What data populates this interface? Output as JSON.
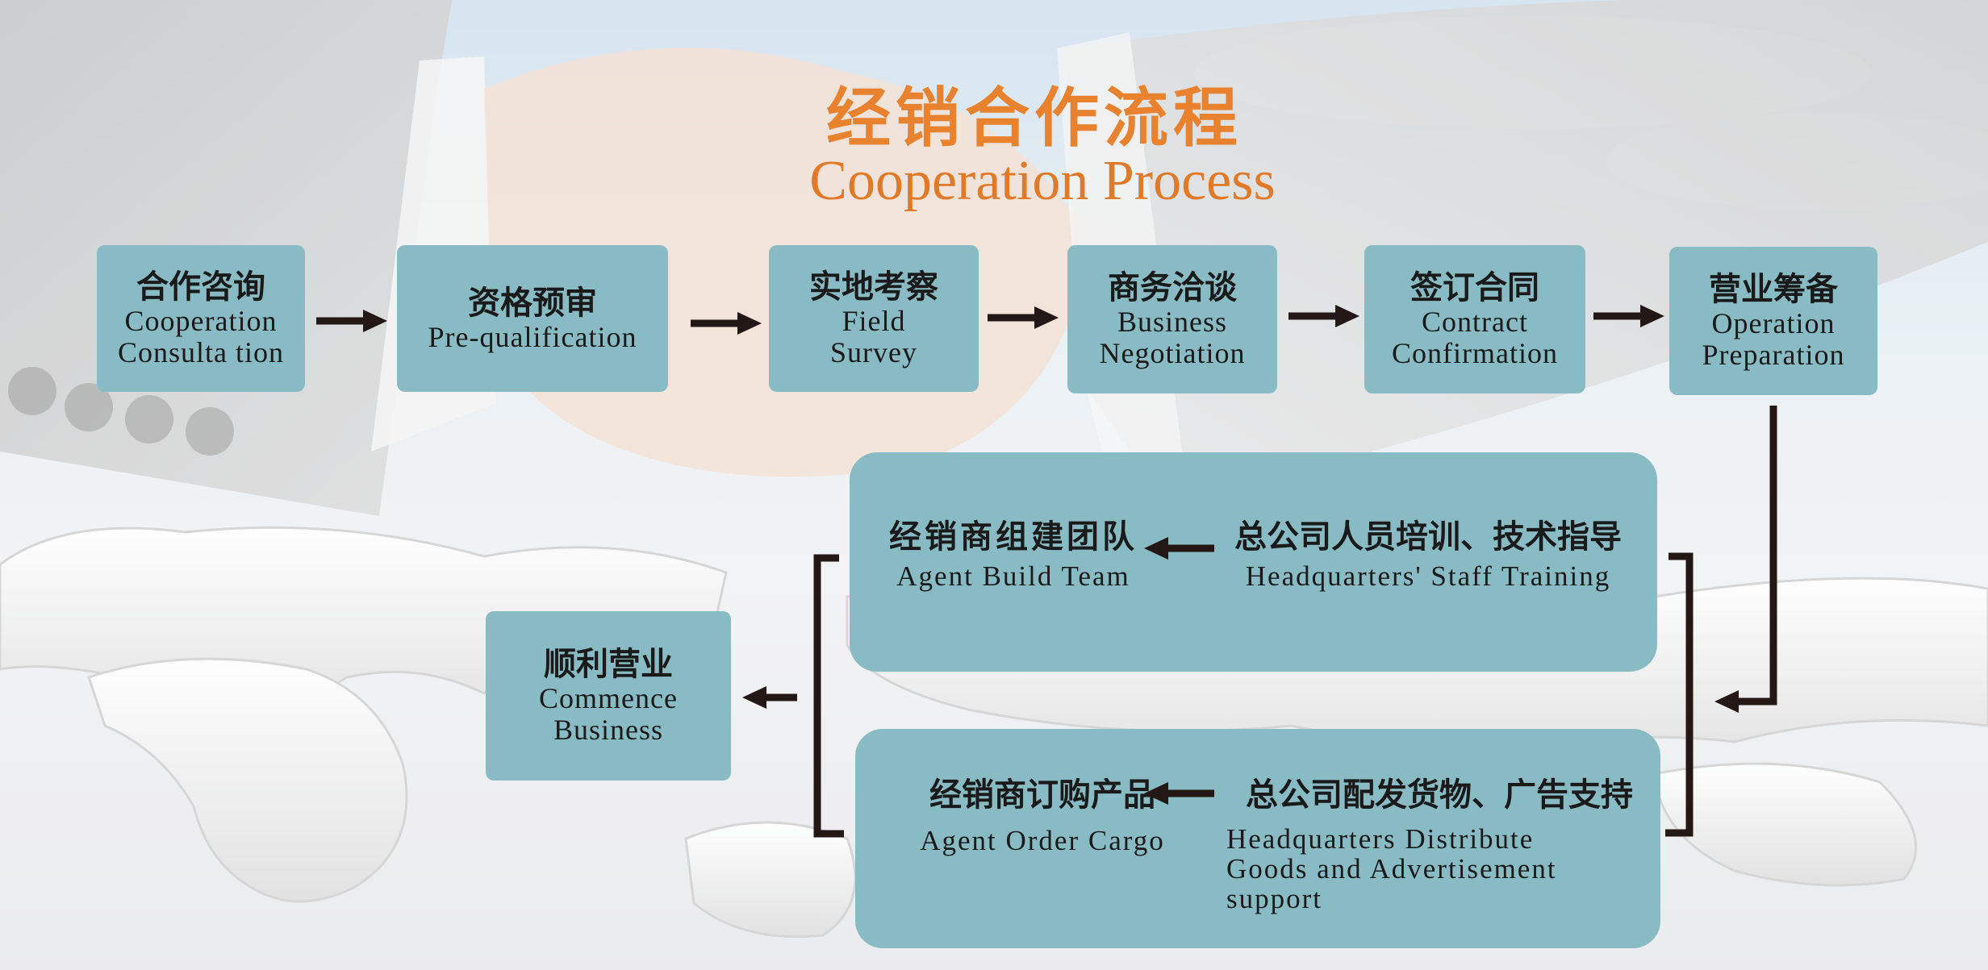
{
  "title": {
    "cn": "经销合作流程",
    "en": "Cooperation Process"
  },
  "steps": [
    {
      "cn": "合作咨询",
      "en_lines": [
        "Cooperation",
        "Consulta tion"
      ]
    },
    {
      "cn": "资格预审",
      "en_lines": [
        "Pre-qualification"
      ]
    },
    {
      "cn": "实地考察",
      "en_lines": [
        "Field",
        "Survey"
      ]
    },
    {
      "cn": "商务洽谈",
      "en_lines": [
        "Business",
        "Negotiation"
      ]
    },
    {
      "cn": "签订合同",
      "en_lines": [
        "Contract",
        "Confirmation"
      ]
    },
    {
      "cn": "营业筹备",
      "en_lines": [
        "Operation",
        "Preparation"
      ]
    }
  ],
  "panel_top": {
    "left": {
      "cn": "经销商组建团队",
      "en": "Agent Build Team"
    },
    "right": {
      "cn": "总公司人员培训、技术指导",
      "en": "Headquarters' Staff Training"
    }
  },
  "panel_bottom": {
    "left": {
      "cn": "经销商订购产品",
      "en": "Agent Order Cargo"
    },
    "right": {
      "cn": "总公司配发货物、广告支持",
      "en_lines": [
        "Headquarters Distribute",
        "Goods and Advertisement",
        "support"
      ]
    }
  },
  "final_step": {
    "cn": "顺利营业",
    "en_lines": [
      "Commence",
      "Business"
    ]
  },
  "colors": {
    "box": "#89BBC4",
    "title": "#E8822F",
    "arrow": "#231815"
  }
}
